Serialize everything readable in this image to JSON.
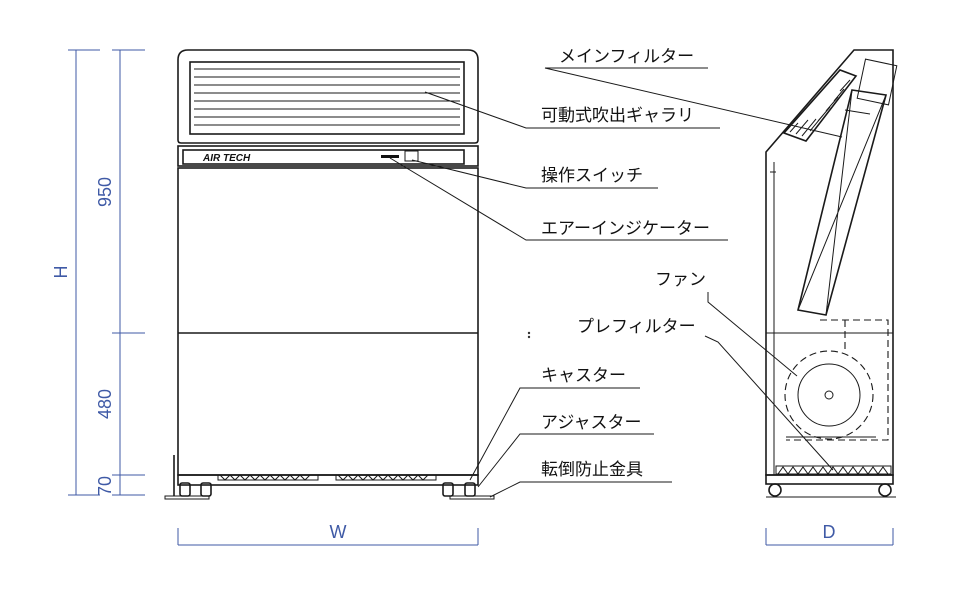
{
  "labels": {
    "main_filter": "メインフィルター",
    "louver": "可動式吹出ギャラリ",
    "switch": "操作スイッチ",
    "air_indicator": "エアーインジケーター",
    "fan": "ファン",
    "pre_filter": "プレフィルター",
    "caster": "キャスター",
    "adjuster": "アジャスター",
    "anti_tip": "転倒防止金具"
  },
  "brand": "AIR TECH",
  "dimensions": {
    "height_label": "H",
    "upper": "950",
    "lower": "480",
    "base": "70",
    "width_label": "W",
    "depth_label": "D"
  }
}
